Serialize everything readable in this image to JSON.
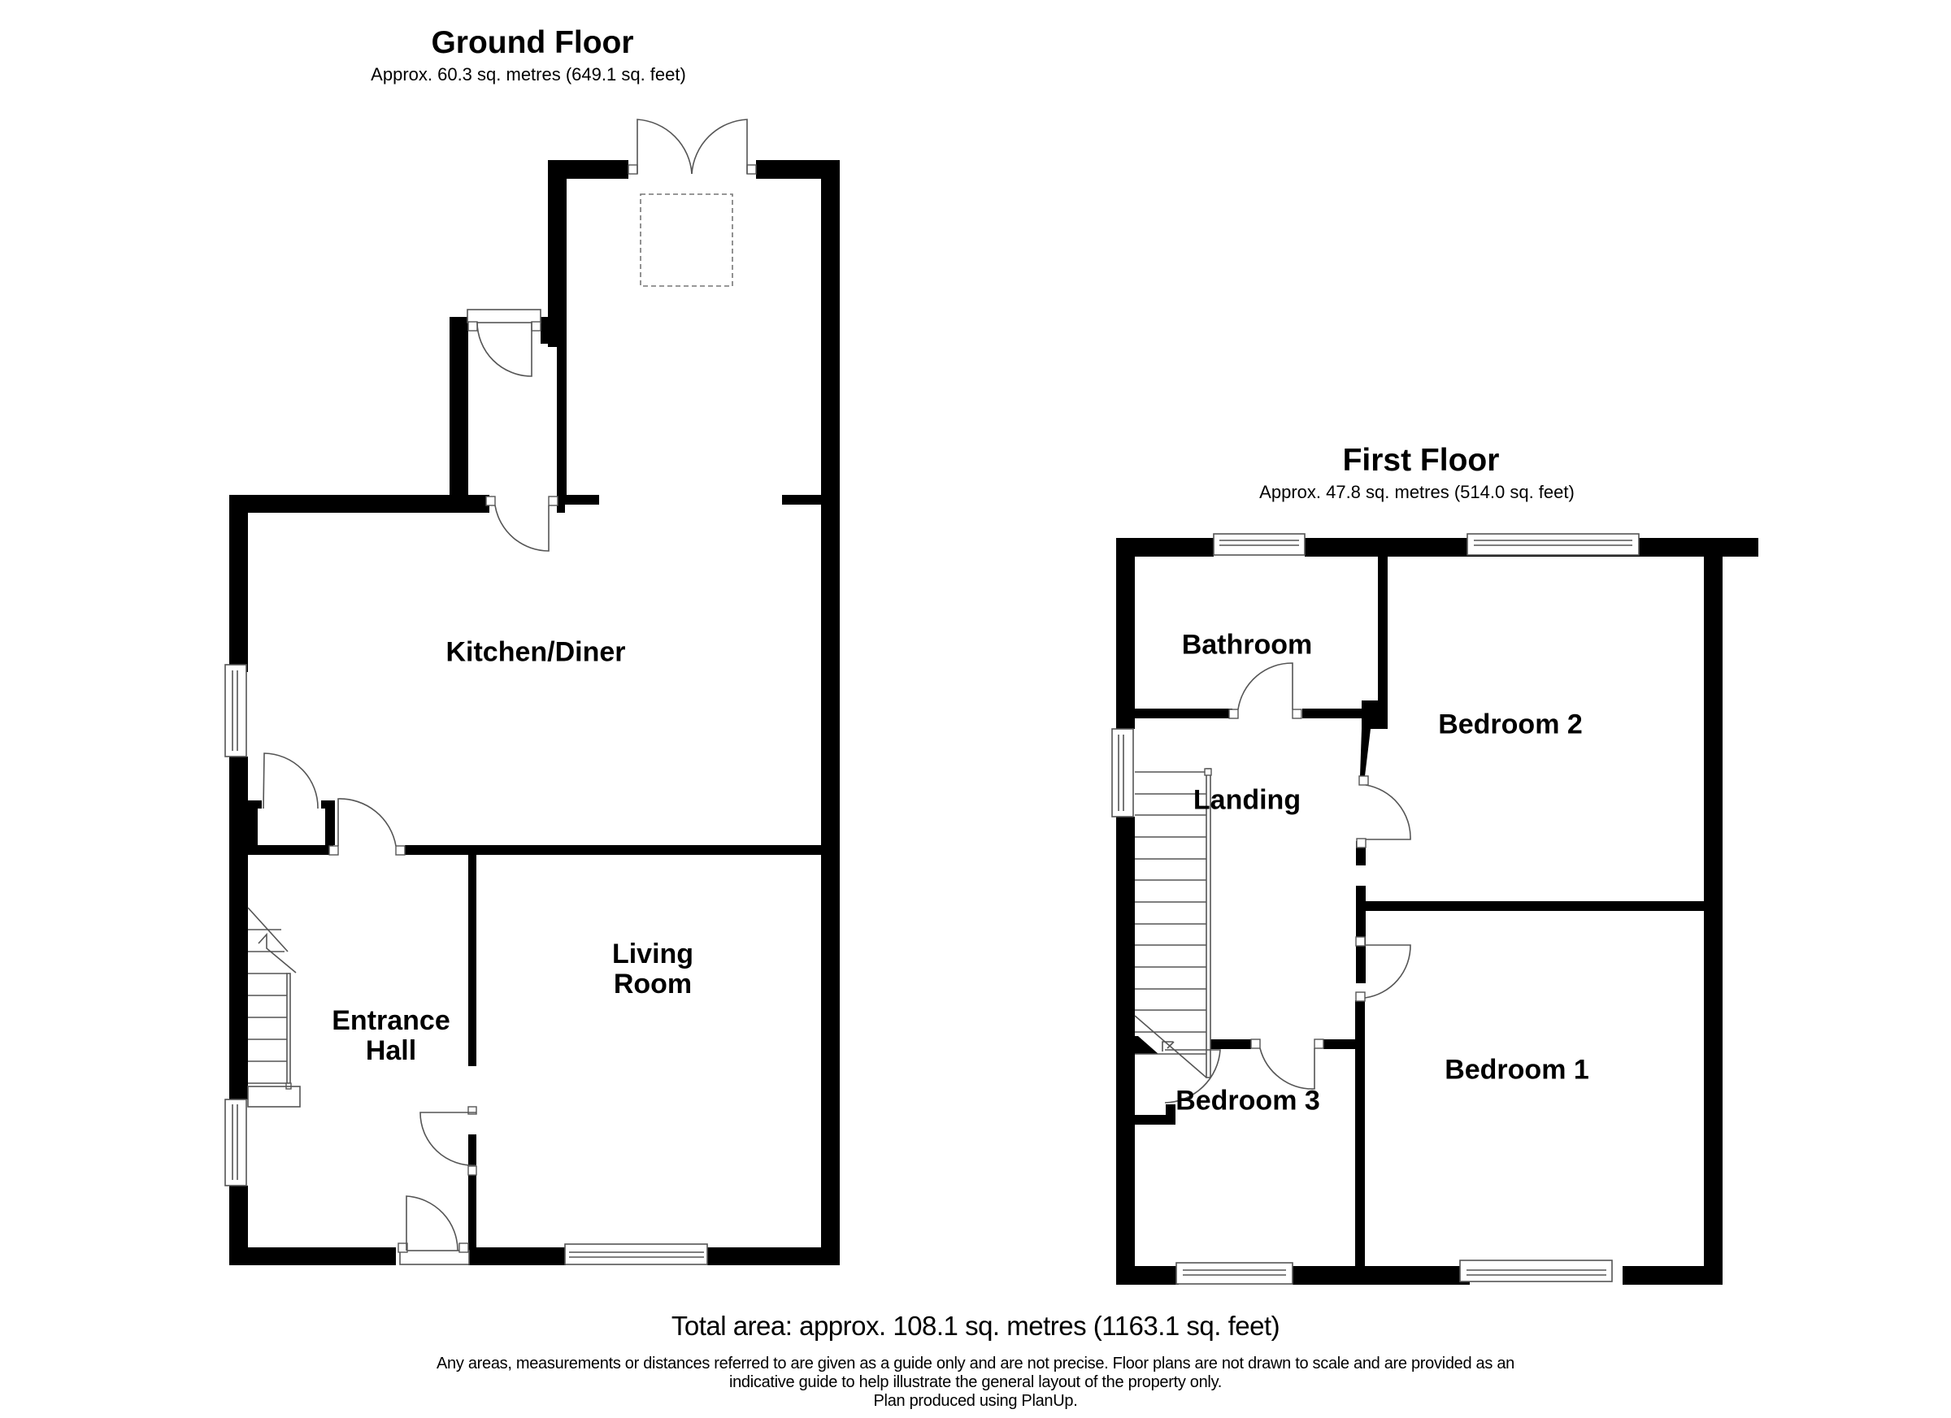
{
  "ground_floor": {
    "title": "Ground Floor",
    "area": "Approx. 60.3 sq. metres (649.1 sq. feet)",
    "rooms": {
      "kitchen_diner": "Kitchen/Diner",
      "living_room_line1": "Living",
      "living_room_line2": "Room",
      "entrance_hall_line1": "Entrance",
      "entrance_hall_line2": "Hall"
    }
  },
  "first_floor": {
    "title": "First Floor",
    "area": "Approx. 47.8 sq. metres (514.0 sq. feet)",
    "rooms": {
      "bathroom": "Bathroom",
      "landing": "Landing",
      "bedroom_2": "Bedroom 2",
      "bedroom_1": "Bedroom 1",
      "bedroom_3": "Bedroom 3"
    }
  },
  "footer": {
    "total_area": "Total area: approx. 108.1 sq. metres (1163.1 sq. feet)",
    "disclaimer_line1": "Any areas, measurements or distances referred to are given as a guide only and are not precise. Floor plans are not drawn to scale and are provided as an",
    "disclaimer_line2": "indicative guide to help illustrate the general layout of the property only.",
    "credit": "Plan produced using PlanUp."
  },
  "colors": {
    "wall": "#000000",
    "background": "#ffffff",
    "fixture_line": "#555555"
  }
}
